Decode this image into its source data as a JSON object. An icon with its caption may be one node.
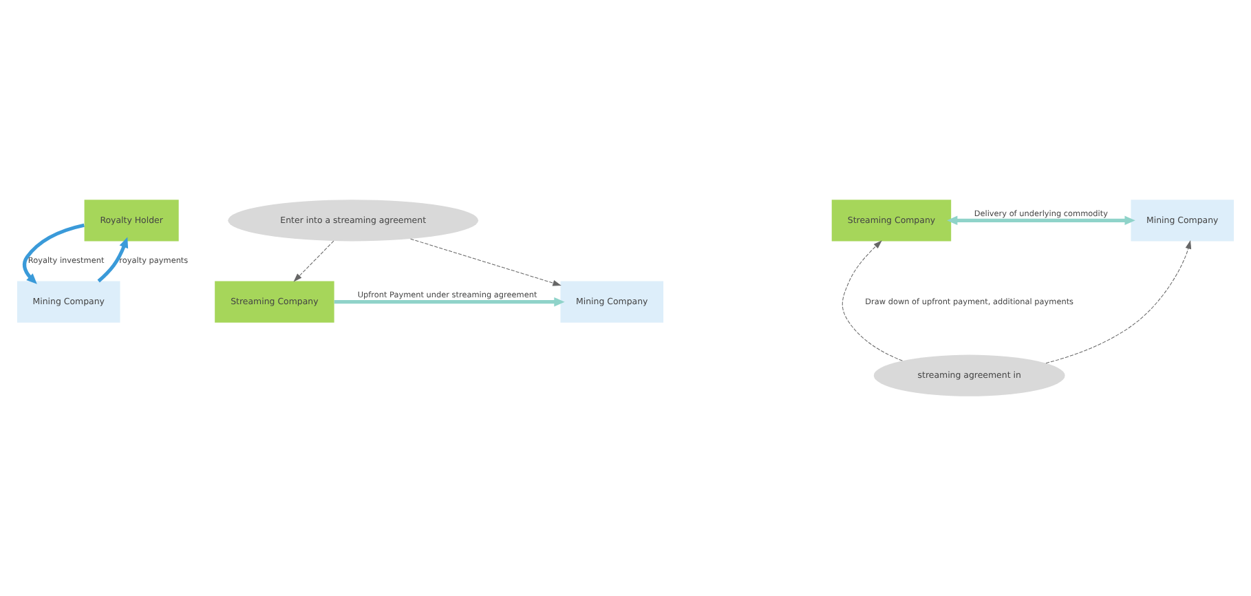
{
  "diagram": {
    "nodes": [
      {
        "text": [
          "Royalty Holder"
        ]
      },
      {
        "text": [
          "Mining Company"
        ]
      },
      {
        "text": [
          "Enter into a streaming agreement"
        ]
      },
      {
        "text": [
          "Streaming Company"
        ]
      },
      {
        "text": [
          "Mining Company"
        ]
      },
      {
        "text": [
          "Streaming Company"
        ]
      },
      {
        "text": [
          "Mining Company"
        ]
      },
      {
        "text": [
          "streaming agreement in"
        ]
      }
    ],
    "edges": [
      {
        "from": 0,
        "to": 1,
        "arrow": "to",
        "label": "Royalty investment",
        "style": "thick",
        "color": "#3a9ad9"
      },
      {
        "from": 1,
        "to": 0,
        "arrow": "to",
        "label": "royalty payments",
        "style": "thick",
        "color": "#3a9ad9"
      },
      {
        "from": 2,
        "to": 3,
        "arrow": "to",
        "style": "dashed"
      },
      {
        "from": 2,
        "to": 4,
        "arrow": "to",
        "style": "dashed"
      },
      {
        "from": 3,
        "to": 4,
        "arrow": "to",
        "label": "Upfront Payment under streaming agreement",
        "style": "thick",
        "color": "#8fd3c9"
      },
      {
        "from": 5,
        "to": 6,
        "arrow": "both",
        "label": "Delivery of underlying commodity",
        "style": "thick",
        "color": "#8fd3c9"
      },
      {
        "from": 7,
        "to": 5,
        "arrow": "to",
        "style": "dashed"
      },
      {
        "from": 7,
        "to": 6,
        "arrow": "to",
        "style": "dashed"
      }
    ],
    "labels": [
      "Draw down of upfront payment, additional payments"
    ]
  }
}
